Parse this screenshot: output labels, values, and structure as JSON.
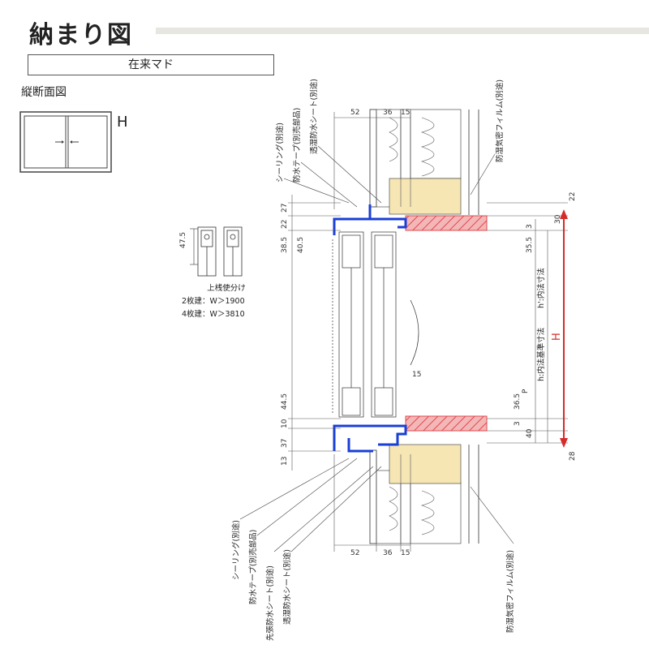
{
  "header": {
    "title": "納まり図"
  },
  "window_type": "在来マド",
  "section_label": "縦断面図",
  "height_marker": "H",
  "mullion": {
    "dim": "47.5",
    "title": "上桟使分け",
    "line1": "2枚建：W＞1900",
    "line2": "4枚建：W＞3810",
    "paren_open": "(",
    "paren_close": ")"
  },
  "top_dims": {
    "d1": "52",
    "d2": "36",
    "d3": "15"
  },
  "bottom_dims": {
    "d1": "52",
    "d2": "36",
    "d3": "15"
  },
  "left_dims": {
    "a27": "27",
    "a22": "22",
    "a38": "38.5",
    "a40": "40.5",
    "a44": "44.5",
    "a10": "10",
    "a37": "37",
    "a13": "13"
  },
  "right_dims": {
    "r22": "22",
    "r30": "30",
    "r3a": "3",
    "r35": "35.5",
    "r36": "36.5",
    "r3b": "3",
    "r40": "40",
    "r28": "28",
    "r15": "15"
  },
  "h_labels": {
    "inner": "h:内法基準寸法",
    "inner2": "h':内法寸法",
    "p": "P",
    "H": "H"
  },
  "top_labels": {
    "sealing": "シーリング(別途)",
    "tape": "防水テープ(別売部品)",
    "sheet": "透湿防水シート(別途)",
    "film": "防湿気密フィルム(別途)"
  },
  "bottom_labels": {
    "sealing": "シーリング(別途)",
    "tape": "防水テープ(別売部品)",
    "pre_sheet": "先張防水シート(別途)",
    "sheet": "透湿防水シート(別途)",
    "film": "防湿気密フィルム(別途)"
  },
  "colors": {
    "frame_blue": "#1a3fd6",
    "hatch_red": "#e2484e",
    "wood": "#f6e6b4",
    "h_arrow": "#d62b2b"
  }
}
